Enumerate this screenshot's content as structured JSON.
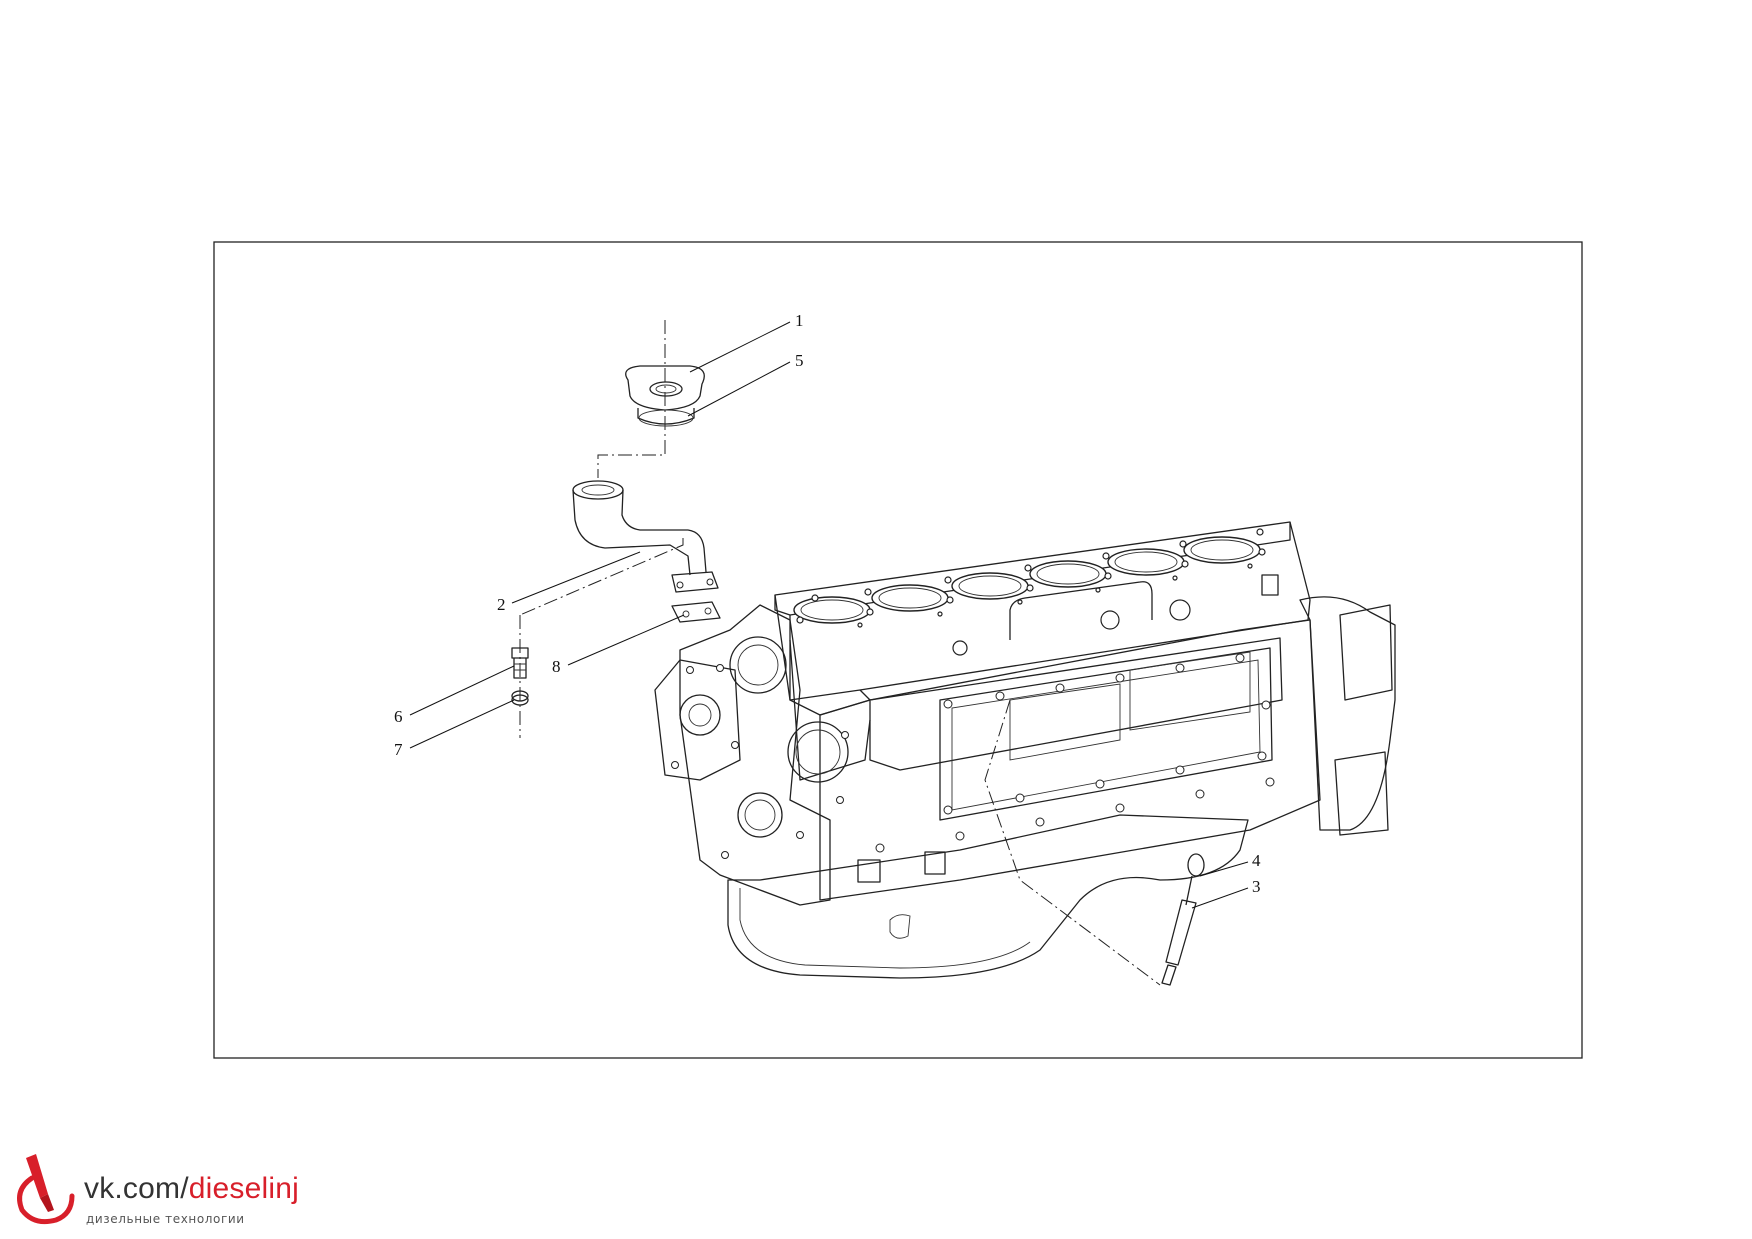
{
  "diagram": {
    "callouts": [
      {
        "id": "c1",
        "label": "1"
      },
      {
        "id": "c5",
        "label": "5"
      },
      {
        "id": "c2",
        "label": "2"
      },
      {
        "id": "c8",
        "label": "8"
      },
      {
        "id": "c6",
        "label": "6"
      },
      {
        "id": "c7",
        "label": "7"
      },
      {
        "id": "c4",
        "label": "4"
      },
      {
        "id": "c3",
        "label": "3"
      }
    ]
  },
  "watermark": {
    "prefix": "vk.com/",
    "accent": "dieselinj",
    "subtitle": "дизельные технологии",
    "accent_color": "#d81f2a",
    "icon": "injector-logo-icon"
  }
}
